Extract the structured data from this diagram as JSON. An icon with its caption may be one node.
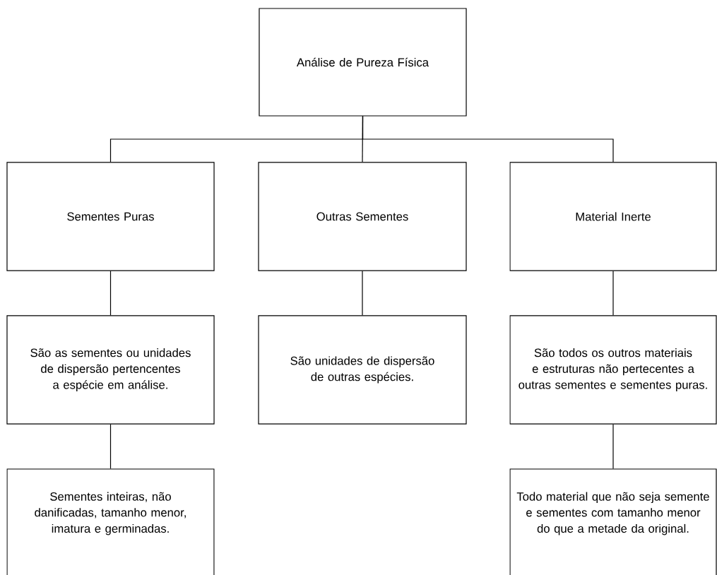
{
  "diagram": {
    "nodes": [
      {
        "text": [
          "Análise de Pureza Física"
        ]
      },
      {
        "text": [
          "Sementes Puras"
        ]
      },
      {
        "text": [
          "Outras Sementes"
        ]
      },
      {
        "text": [
          "Material Inerte"
        ]
      },
      {
        "text": [
          "São as sementes ou unidades de dispersão pertencentes a espécie em análise."
        ]
      },
      {
        "text": [
          "São unidades de dispersão de outras espécies."
        ]
      },
      {
        "text": [
          "São todos os outros materiais e estruturas não pertecentes a outras sementes e sementes puras."
        ]
      },
      {
        "text": [
          "Sementes inteiras, não danificadas, tamanho menor, imatura e germinadas."
        ]
      },
      {
        "text": [
          "Todo material que não seja semente e sementes com tamanho menor do que a metade da original."
        ]
      }
    ],
    "edges": [
      {
        "from": 0,
        "to": 1,
        "arrow": "none"
      },
      {
        "from": 0,
        "to": 2,
        "arrow": "none"
      },
      {
        "from": 0,
        "to": 3,
        "arrow": "none"
      },
      {
        "from": 1,
        "to": 4,
        "arrow": "none"
      },
      {
        "from": 2,
        "to": 5,
        "arrow": "none"
      },
      {
        "from": 3,
        "to": 6,
        "arrow": "none"
      },
      {
        "from": 4,
        "to": 7,
        "arrow": "none"
      },
      {
        "from": 6,
        "to": 8,
        "arrow": "none"
      }
    ]
  }
}
